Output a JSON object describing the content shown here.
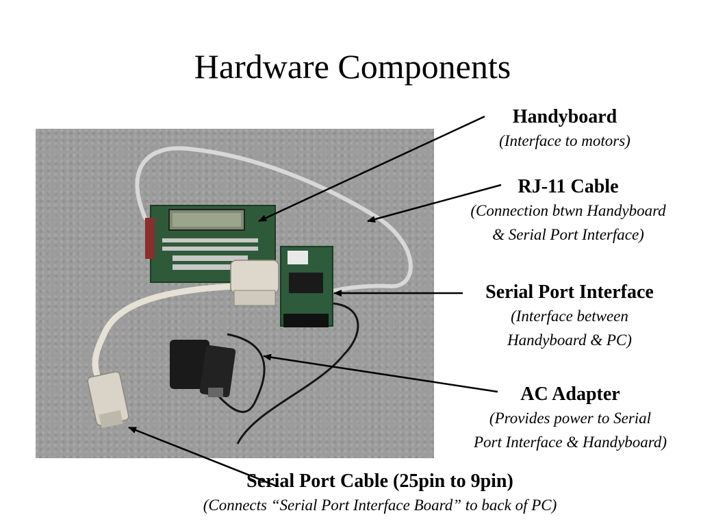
{
  "slide": {
    "title": "Hardware Components"
  },
  "labels": {
    "handyboard": {
      "name": "Handyboard",
      "desc": [
        "(Interface to motors)"
      ]
    },
    "rj11": {
      "name": "RJ-11 Cable",
      "desc": [
        "(Connection btwn Handyboard",
        "& Serial Port Interface)"
      ]
    },
    "spi": {
      "name": "Serial Port Interface",
      "desc": [
        "(Interface between",
        "Handyboard & PC)"
      ]
    },
    "ac_adapter": {
      "name": "AC Adapter",
      "desc": [
        "(Provides power to Serial",
        "Port Interface & Handyboard)"
      ]
    },
    "serial_cable": {
      "name": "Serial Port Cable (25pin to 9pin)",
      "desc": [
        "(Connects “Serial Port Interface Board” to back of PC)"
      ]
    }
  }
}
